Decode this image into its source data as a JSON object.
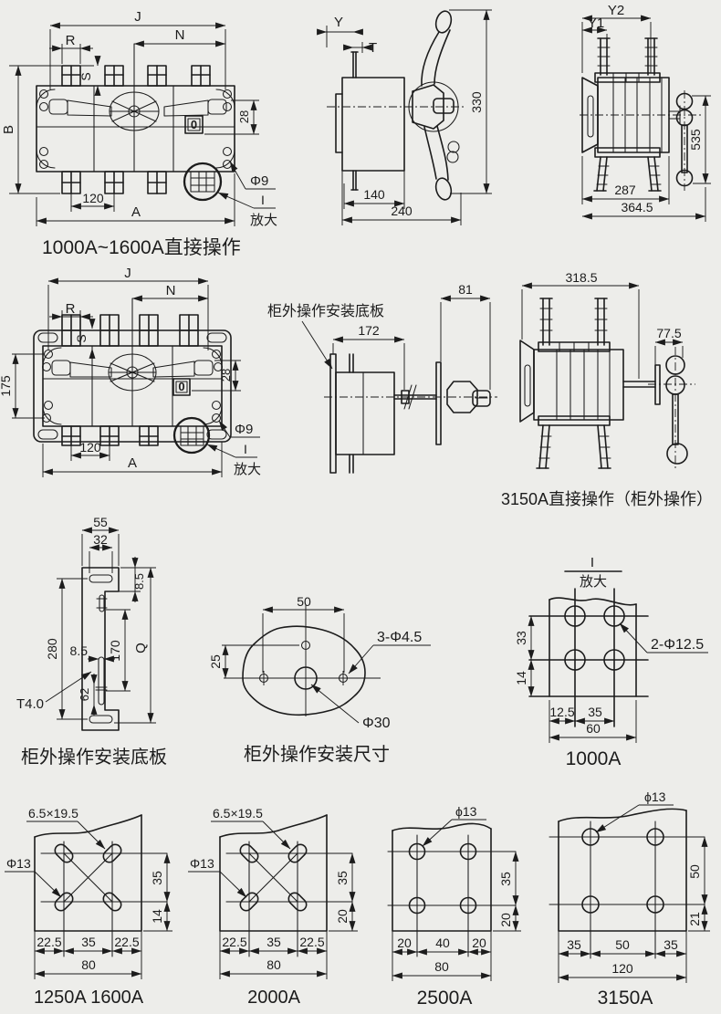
{
  "colors": {
    "background": "#ededea",
    "line": "#1c1c1c"
  },
  "front_view_1000a": {
    "caption": "1000A~1600A直接操作",
    "dim_j": "J",
    "dim_r": "R",
    "dim_n": "N",
    "dim_s": "S",
    "dim_b": "B",
    "dim_28": "28",
    "dim_120": "120",
    "dim_a": "A",
    "label_phi9": "Φ9",
    "label_detail_i": "I",
    "label_enlarge": "放大",
    "label_zero": "0"
  },
  "side_view_1000a": {
    "dim_y": "Y",
    "dim_t": "T",
    "dim_330": "330",
    "dim_140": "140",
    "dim_240": "240"
  },
  "top_view_1000a": {
    "dim_y2": "Y2",
    "dim_y1": "Y1",
    "dim_535": "535",
    "dim_287": "287",
    "dim_364_5": "364.5"
  },
  "front_view_3150a": {
    "dim_j": "J",
    "dim_n": "N",
    "dim_r": "R",
    "dim_s": "S",
    "dim_175": "175",
    "dim_28": "28",
    "dim_120": "120",
    "dim_a": "A",
    "label_phi9": "Φ9",
    "label_detail_i": "I",
    "label_enlarge": "放大",
    "label_zero": "0"
  },
  "side_view_3150a": {
    "label_plate": "柜外操作安装底板",
    "dim_172": "172",
    "dim_81": "81"
  },
  "top_view_3150a": {
    "caption": "3150A直接操作（柜外操作）",
    "dim_318_5": "318.5",
    "dim_77_5": "77.5"
  },
  "plate_profile": {
    "caption": "柜外操作安装底板",
    "dim_55": "55",
    "dim_32": "32",
    "dim_8_5_top": "8.5",
    "dim_170": "170",
    "dim_q": "Q",
    "dim_280": "280",
    "dim_8_5_left": "8.5",
    "dim_62": "62",
    "label_t4": "T4.0"
  },
  "mount_dims": {
    "caption": "柜外操作安装尺寸",
    "dim_50": "50",
    "dim_25": "25",
    "label_holes": "3-Φ4.5",
    "label_center": "Φ30"
  },
  "detail_1000a": {
    "caption": "1000A",
    "header_i": "I",
    "header_enlarge": "放大",
    "dim_33": "33",
    "dim_14": "14",
    "dim_12_5": "12.5",
    "dim_35": "35",
    "dim_60": "60",
    "label_holes": "2-Φ12.5"
  },
  "pad_1250_1600": {
    "caption": "1250A 1600A",
    "label_slot": "6.5×19.5",
    "label_phi": "Φ13",
    "dim_v1": "35",
    "dim_v2": "14",
    "dim_b1": "22.5",
    "dim_b2": "35",
    "dim_b3": "22.5",
    "dim_w": "80"
  },
  "pad_2000": {
    "caption": "2000A",
    "label_slot": "6.5×19.5",
    "label_phi": "Φ13",
    "dim_v1": "35",
    "dim_v2": "20",
    "dim_b1": "22.5",
    "dim_b2": "35",
    "dim_b3": "22.5",
    "dim_w": "80"
  },
  "pad_2500": {
    "caption": "2500A",
    "label_phi": "ϕ13",
    "dim_v1": "35",
    "dim_v2": "20",
    "dim_b1": "20",
    "dim_b2": "40",
    "dim_b3": "20",
    "dim_w": "80"
  },
  "pad_3150": {
    "caption": "3150A",
    "label_phi": "ϕ13",
    "dim_v1": "50",
    "dim_v2": "21",
    "dim_b1": "35",
    "dim_b2": "50",
    "dim_b3": "35",
    "dim_w": "120"
  }
}
